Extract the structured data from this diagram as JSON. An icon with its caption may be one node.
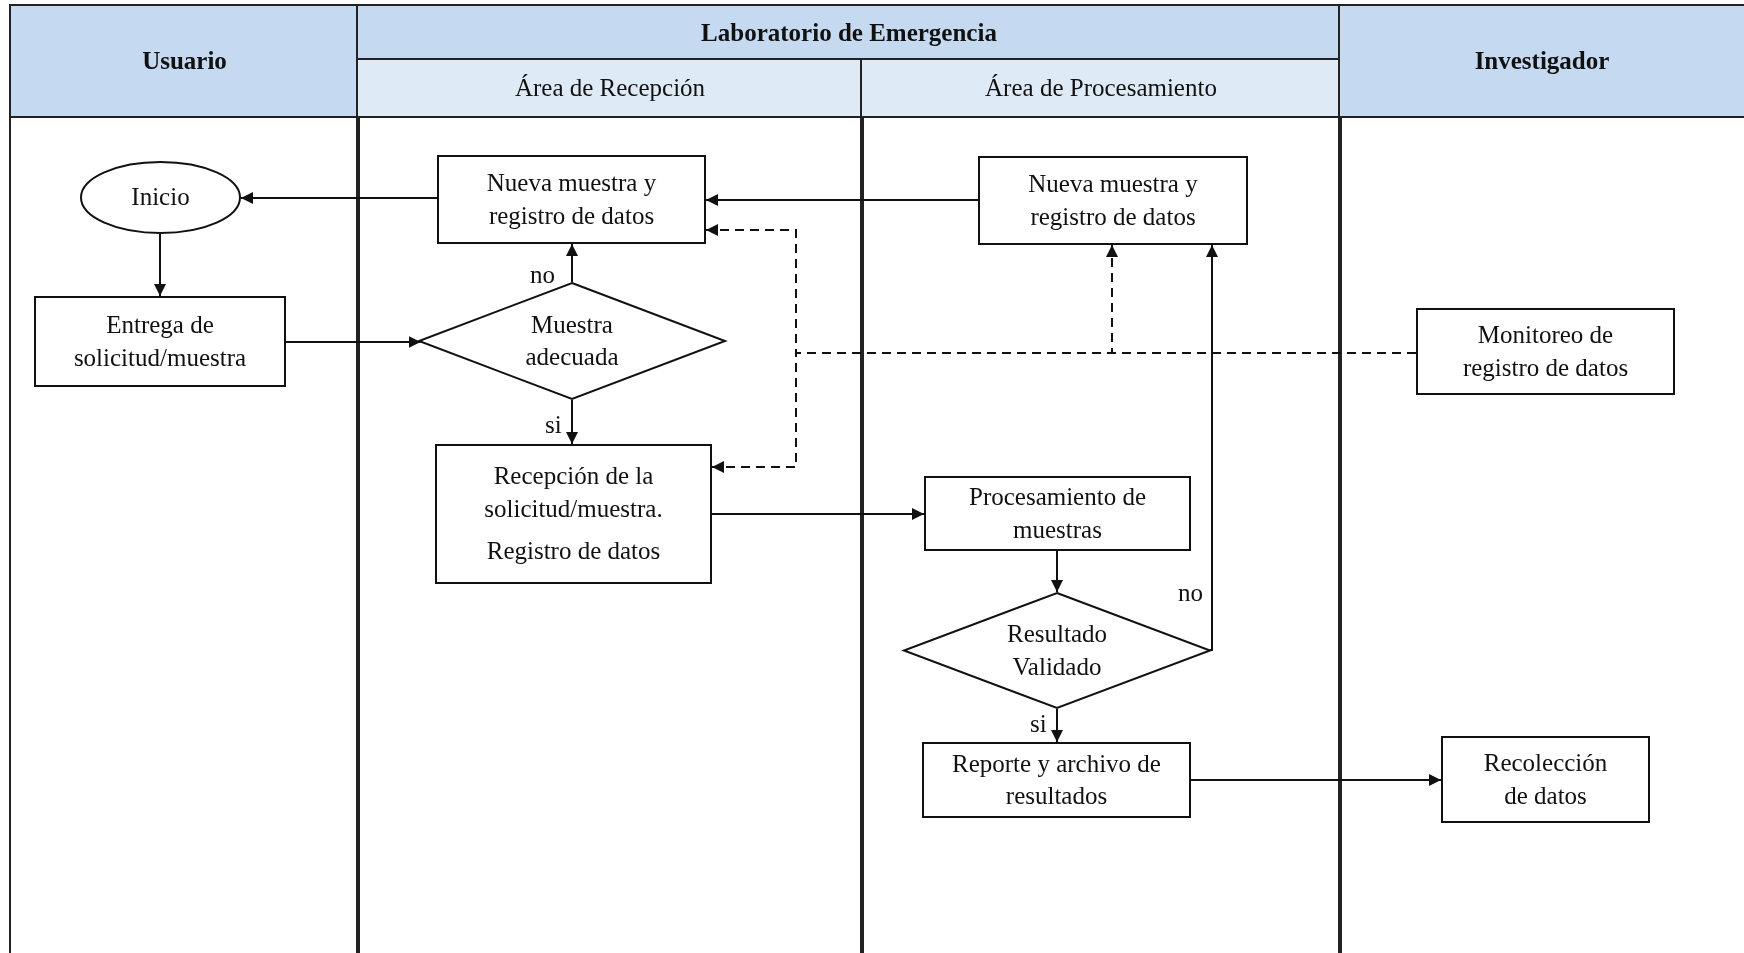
{
  "diagram": {
    "nodes": [
      {
        "text": [
          "Usuario"
        ]
      },
      {
        "text": [
          "Laboratorio de Emergencia"
        ]
      },
      {
        "text": [
          "Área de Recepción"
        ],
        "in": 1
      },
      {
        "text": [
          "Área de Procesamiento"
        ],
        "in": 1
      },
      {
        "text": [
          "Investigador"
        ]
      },
      {
        "text": [
          "Inicio"
        ],
        "in": 0
      },
      {
        "text": [
          "Entrega de solicitud/muestra"
        ],
        "in": 0
      },
      {
        "text": [
          "Nueva muestra y registro de datos"
        ],
        "in": 2
      },
      {
        "text": [
          "Muestra adecuada"
        ],
        "in": 2
      },
      {
        "text": [
          "Recepción de la solicitud/muestra.",
          "Registro de datos"
        ],
        "in": 2
      },
      {
        "text": [
          "Nueva muestra y registro de datos"
        ],
        "in": 3
      },
      {
        "text": [
          "Procesamiento de muestras"
        ],
        "in": 3
      },
      {
        "text": [
          "Resultado Validado"
        ],
        "in": 3
      },
      {
        "text": [
          "Reporte y archivo de resultados"
        ],
        "in": 3
      },
      {
        "text": [
          "Monitoreo de registro de datos"
        ],
        "in": 4
      },
      {
        "text": [
          "Recolección de datos"
        ],
        "in": 4
      }
    ],
    "edges": [
      {
        "from": 7,
        "to": 5,
        "arrow": "to"
      },
      {
        "from": 5,
        "to": 6,
        "arrow": "to"
      },
      {
        "from": 6,
        "to": 8,
        "arrow": "to"
      },
      {
        "from": 8,
        "to": 7,
        "arrow": "to",
        "label": "no"
      },
      {
        "from": 8,
        "to": 9,
        "arrow": "to",
        "label": "si"
      },
      {
        "from": 10,
        "to": 7,
        "arrow": "to"
      },
      {
        "from": 9,
        "to": 11,
        "arrow": "to"
      },
      {
        "from": 11,
        "to": 12,
        "arrow": "to"
      },
      {
        "from": 12,
        "to": 10,
        "arrow": "to",
        "label": "no"
      },
      {
        "from": 12,
        "to": 13,
        "arrow": "to",
        "label": "si"
      },
      {
        "from": 13,
        "to": 15,
        "arrow": "to"
      },
      {
        "from": 14,
        "to": 10,
        "arrow": "to",
        "style": "dashed"
      },
      {
        "from": 14,
        "to": 7,
        "arrow": "to",
        "style": "dashed"
      },
      {
        "from": 14,
        "to": 9,
        "arrow": "to",
        "style": "dashed"
      }
    ]
  }
}
